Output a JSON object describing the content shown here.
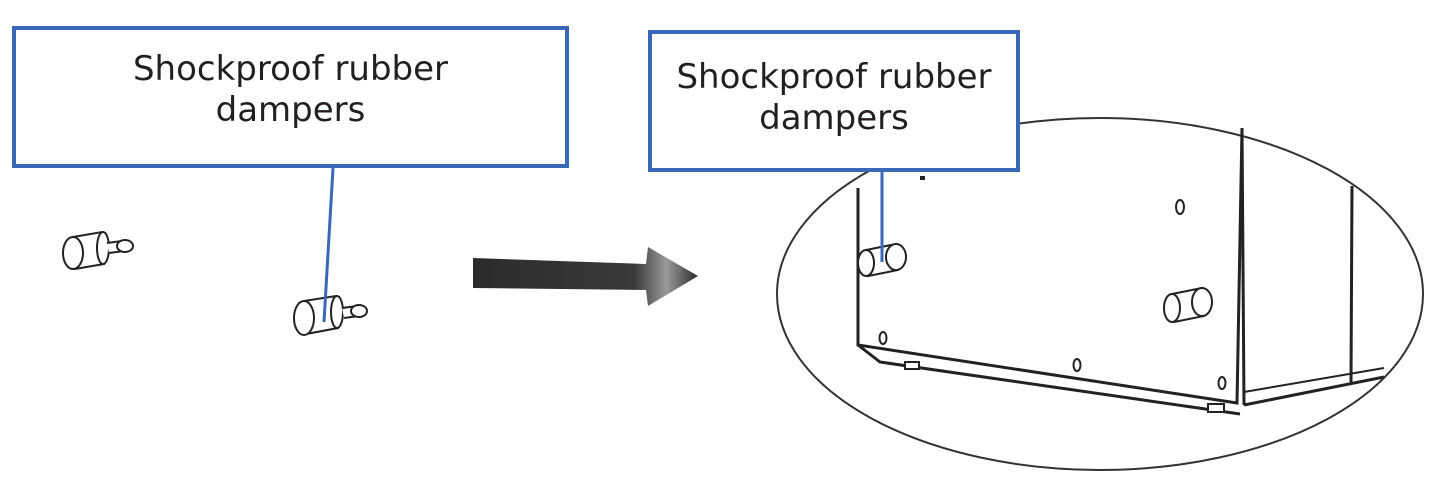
{
  "callouts": {
    "left": {
      "line1": "Shockproof rubber",
      "line2": "dampers"
    },
    "right": {
      "line1": "Shockproof rubber",
      "line2": "dampers"
    }
  },
  "colors": {
    "callout_border": "#3a68b8",
    "leader_line": "#3a68b8",
    "arrow": "#2f2f2f",
    "line_art": "#222222"
  },
  "icons": {
    "arrow": "right-arrow-icon",
    "damper": "rubber-damper-icon"
  }
}
